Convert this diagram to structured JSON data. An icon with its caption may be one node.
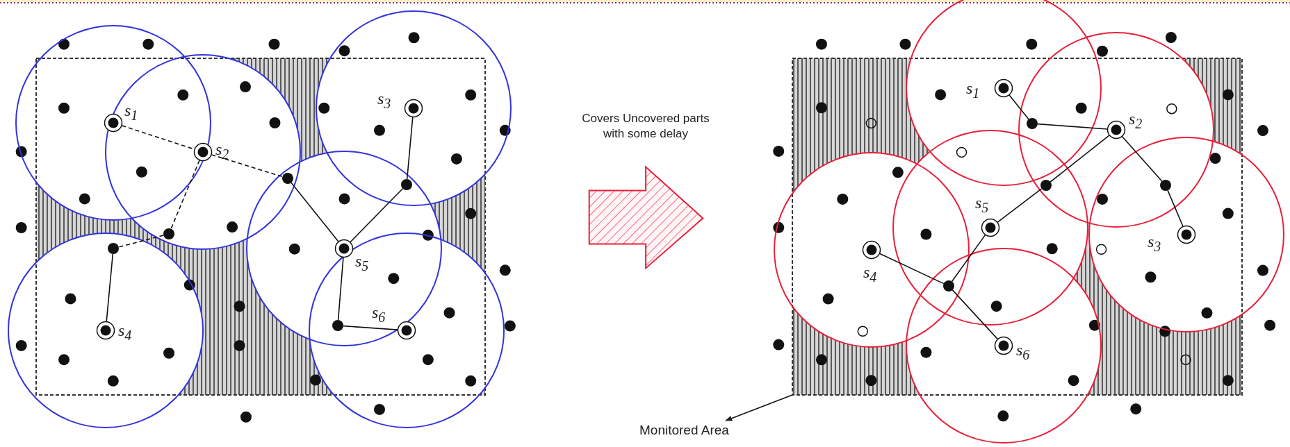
{
  "diagram": {
    "nodes": [
      {
        "text": [
          "s$_{1}$"
        ]
      },
      {
        "text": [
          "s$_{2}$"
        ]
      },
      {
        "text": [
          "s$_{3}$"
        ]
      },
      {
        "text": [
          "s$_{4}$"
        ]
      },
      {
        "text": [
          "s$_{5}$"
        ]
      },
      {
        "text": [
          "s$_{6}$"
        ]
      },
      {
        "text": [],
        "shape": "circle"
      },
      {
        "text": [],
        "shape": "circle"
      },
      {
        "text": [],
        "shape": "circle"
      },
      {
        "text": [],
        "shape": "circle"
      },
      {
        "text": [],
        "shape": "circle"
      },
      {
        "text": [
          "s$_{1}$"
        ]
      },
      {
        "text": [
          "s$_{2}$"
        ]
      },
      {
        "text": [
          "s$_{3}$"
        ]
      },
      {
        "text": [
          "s$_{4}$"
        ]
      },
      {
        "text": [
          "s$_{5}$"
        ]
      },
      {
        "text": [
          "s$_{6}$"
        ]
      },
      {
        "text": [],
        "shape": "circle"
      },
      {
        "text": [],
        "shape": "circle"
      },
      {
        "text": [],
        "shape": "circle"
      },
      {
        "text": [],
        "shape": "circle"
      },
      {
        "text": [
          "Monitored Area"
        ]
      }
    ],
    "edges": [
      {
        "from": 0,
        "to": 1,
        "arrow": "none",
        "style": "dashed"
      },
      {
        "from": 1,
        "to": 6,
        "arrow": "none",
        "style": "dashed"
      },
      {
        "from": 6,
        "to": 4,
        "arrow": "none"
      },
      {
        "from": 4,
        "to": 7,
        "arrow": "none"
      },
      {
        "from": 7,
        "to": 2,
        "arrow": "none"
      },
      {
        "from": 4,
        "to": 8,
        "arrow": "none"
      },
      {
        "from": 8,
        "to": 5,
        "arrow": "none"
      },
      {
        "from": 1,
        "to": 9,
        "arrow": "none",
        "style": "dashed"
      },
      {
        "from": 9,
        "to": 10,
        "arrow": "none",
        "style": "dashed"
      },
      {
        "from": 10,
        "to": 3,
        "arrow": "none"
      },
      {
        "from": 11,
        "to": 17,
        "arrow": "none"
      },
      {
        "from": 17,
        "to": 12,
        "arrow": "none"
      },
      {
        "from": 12,
        "to": 18,
        "arrow": "none"
      },
      {
        "from": 18,
        "to": 13,
        "arrow": "none"
      },
      {
        "from": 12,
        "to": 19,
        "arrow": "none"
      },
      {
        "from": 19,
        "to": 15,
        "arrow": "none"
      },
      {
        "from": 15,
        "to": 20,
        "arrow": "none"
      },
      {
        "from": 20,
        "to": 14,
        "arrow": "none"
      },
      {
        "from": 20,
        "to": 16,
        "arrow": "none"
      },
      {
        "from": null,
        "to": 21,
        "arrow": "to"
      }
    ],
    "labels": [
      "Covers Uncovered parts with some delay"
    ]
  }
}
